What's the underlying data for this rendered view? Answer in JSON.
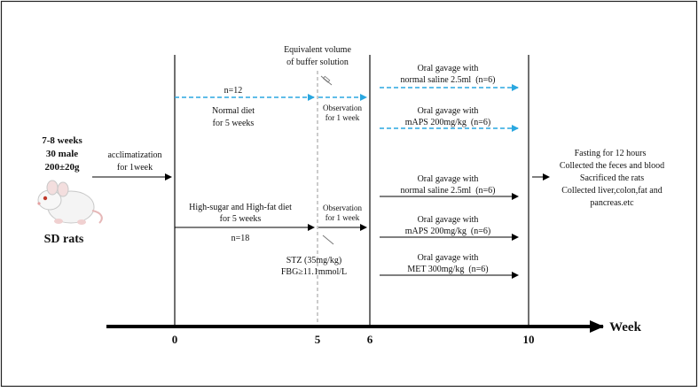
{
  "colors": {
    "dashed_arrow": "#2aa7e0",
    "axis": "#000000",
    "vline": "#222222",
    "dashed_vline": "#9a9a9a"
  },
  "subject": {
    "line1": "7-8 weeks",
    "line2": "30 male",
    "line3": "200±20g",
    "name": "SD rats",
    "icon": "rat-icon"
  },
  "acclimatization": {
    "line1": "acclimatization",
    "line2": "for 1week"
  },
  "buffer": {
    "line1": "Equivalent volume",
    "line2": "of buffer solution"
  },
  "normal_group": {
    "n": "n=12",
    "diet1": "Normal diet",
    "diet2": "for 5 weeks",
    "obs1": "Observation",
    "obs2": "for 1 week",
    "t1a": "Oral gavage with",
    "t1b": "normal saline 2.5ml  (n=6)",
    "t2a": "Oral gavage with",
    "t2b": "mAPS 200mg/kg  (n=6)"
  },
  "model_group": {
    "diet1": "High-sugar and High-fat diet",
    "diet2": "for 5 weeks",
    "n": "n=18",
    "obs1": "Observation",
    "obs2": "for 1 week",
    "stz1": "STZ (35mg/kg)",
    "stz2": "FBG≥11.1mmol/L",
    "t1a": "Oral gavage with",
    "t1b": "normal saline 2.5ml  (n=6)",
    "t2a": "Oral gavage with",
    "t2b": "mAPS 200mg/kg  (n=6)",
    "t3a": "Oral gavage with",
    "t3b": "MET 300mg/kg  (n=6)"
  },
  "final": {
    "l1": "Fasting for 12 hours",
    "l2": "Collected the feces and blood",
    "l3": "Sacrificed the rats",
    "l4": "Collected liver,colon,fat and",
    "l5": "pancreas.etc"
  },
  "timeline": {
    "ticks": [
      "0",
      "5",
      "6",
      "10"
    ],
    "unit": "Week"
  }
}
